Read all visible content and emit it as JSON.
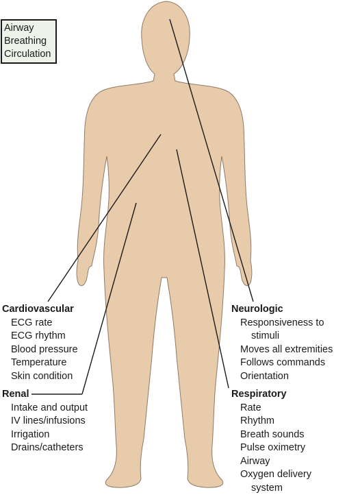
{
  "abc_box": {
    "lines": [
      "Airway",
      "Breathing",
      "Circulation"
    ]
  },
  "groups": {
    "cardiovascular": {
      "title": "Cardiovascular",
      "items": [
        "ECG rate",
        "ECG rhythm",
        "Blood pressure",
        "Temperature",
        "Skin condition"
      ]
    },
    "renal": {
      "title": "Renal",
      "items": [
        "Intake and output",
        "IV lines/infusions",
        "Irrigation",
        "Drains/catheters"
      ]
    },
    "neurologic": {
      "title": "Neurologic",
      "items": [
        "Responsiveness to",
        "stimuli",
        "Moves all extremities",
        "Follows commands",
        "Orientation"
      ]
    },
    "respiratory": {
      "title": "Respiratory",
      "items": [
        "Rate",
        "Rhythm",
        "Breath sounds",
        "Pulse oximetry",
        "Airway",
        "Oxygen delivery",
        "system"
      ]
    }
  },
  "colors": {
    "skin": "#e7cbaa",
    "outline": "#8f7a68",
    "line": "#1a1a1a",
    "box_fill": "#eef3ea"
  }
}
